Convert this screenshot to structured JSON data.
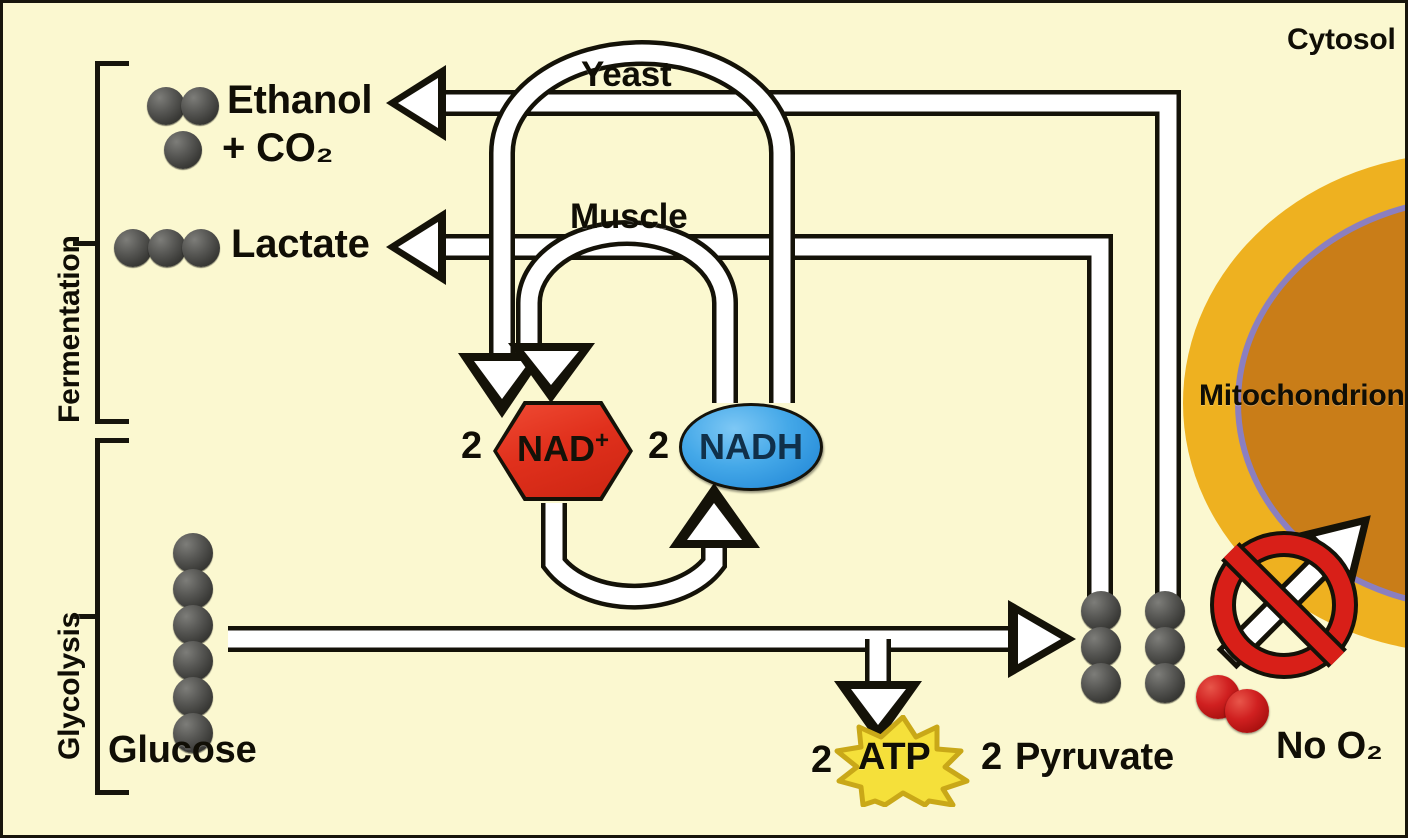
{
  "diagram": {
    "title": "Fermentation and Glycolysis under anaerobic conditions",
    "background_color": "#fbf8d0",
    "border_color": "#17150c"
  },
  "pathway_brackets": [
    {
      "name": "fermentation",
      "label": "Fermentation"
    },
    {
      "name": "glycolysis",
      "label": "Glycolysis"
    }
  ],
  "compartments": {
    "cytosol_label": "Cytosol",
    "mitochondrion_label": "Mitochondrion",
    "mitochondrion_outer_color": "#eeb120",
    "mitochondrion_matrix_color": "#c97d18",
    "mitochondrion_membrane_color": "#8b7fc0"
  },
  "products": {
    "ethanol": {
      "label": "Ethanol",
      "carbons": 2
    },
    "co2": {
      "label": "+ CO₂",
      "carbons": 1
    },
    "lactate": {
      "label": "Lactate",
      "carbons": 3
    }
  },
  "pathway_labels": {
    "yeast": "Yeast",
    "muscle": "Muscle"
  },
  "cofactors": {
    "nad_plus": {
      "count": "2",
      "label": "NAD",
      "superscript": "+",
      "color": "#e0301c",
      "shape": "hexagon"
    },
    "nadh": {
      "count": "2",
      "label": "NADH",
      "color": "#3ba2e4",
      "shape": "ellipse"
    }
  },
  "glycolysis": {
    "substrate": {
      "label": "Glucose",
      "carbons": 6
    },
    "atp": {
      "count": "2",
      "label": "ATP",
      "color": "#f5e03a"
    },
    "pyruvate": {
      "count": "2",
      "label": "Pyruvate",
      "carbons_per_molecule": 3,
      "molecules": 2
    }
  },
  "oxygen": {
    "label": "No O₂",
    "atoms": 2,
    "color": "#d02020",
    "prohibition_color": "#d81f18",
    "blocked": true
  }
}
